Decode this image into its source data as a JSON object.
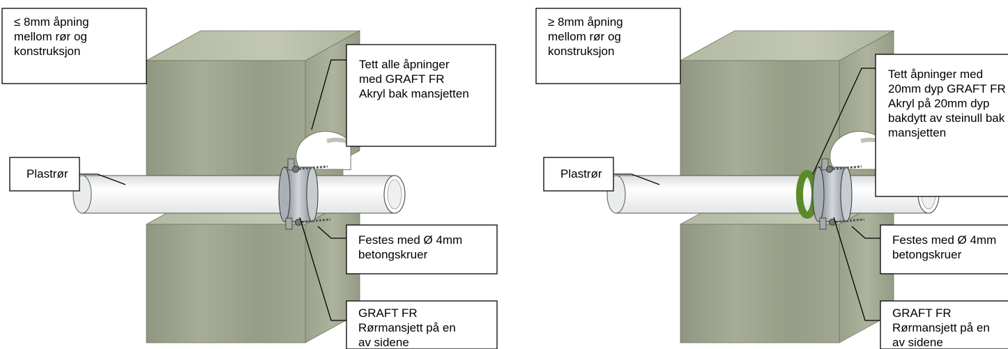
{
  "panels": [
    {
      "opening_note": [
        "≤ 8mm åpning",
        "mellom rør og",
        "konstruksjon"
      ],
      "pipe_label": "Plastrør",
      "seal_note": [
        "Tett alle åpninger",
        "med GRAFT FR",
        "Akryl bak mansjetten"
      ],
      "screw_note": [
        "Festes med Ø 4mm",
        "betongskruer"
      ],
      "collar_note": [
        "GRAFT FR",
        "Rørmansjett på en",
        "av sidene"
      ],
      "green_seal": false
    },
    {
      "opening_note": [
        "≥ 8mm åpning",
        "mellom rør og",
        "konstruksjon"
      ],
      "pipe_label": "Plastrør",
      "seal_note": [
        "Tett åpninger med",
        "20mm dyp GRAFT FR",
        "Akryl på 20mm dyp",
        "bakdytt av steinull bak",
        "mansjetten"
      ],
      "screw_note": [
        "Festes med Ø 4mm",
        "betongskruer"
      ],
      "collar_note": [
        "GRAFT FR",
        "Rørmansjett på en",
        "av sidene"
      ],
      "green_seal": true
    }
  ],
  "colors": {
    "concrete_front": "#98a08a",
    "concrete_side": "#9aa28c",
    "concrete_top": "#b9bfa9",
    "pipe": "#f4f5f5",
    "collar": "#b8bec4",
    "seal_green": "#5a8a2a"
  },
  "icons": [
    "concrete-block",
    "pipe",
    "pipe-collar",
    "screw",
    "green-seal-ring"
  ]
}
